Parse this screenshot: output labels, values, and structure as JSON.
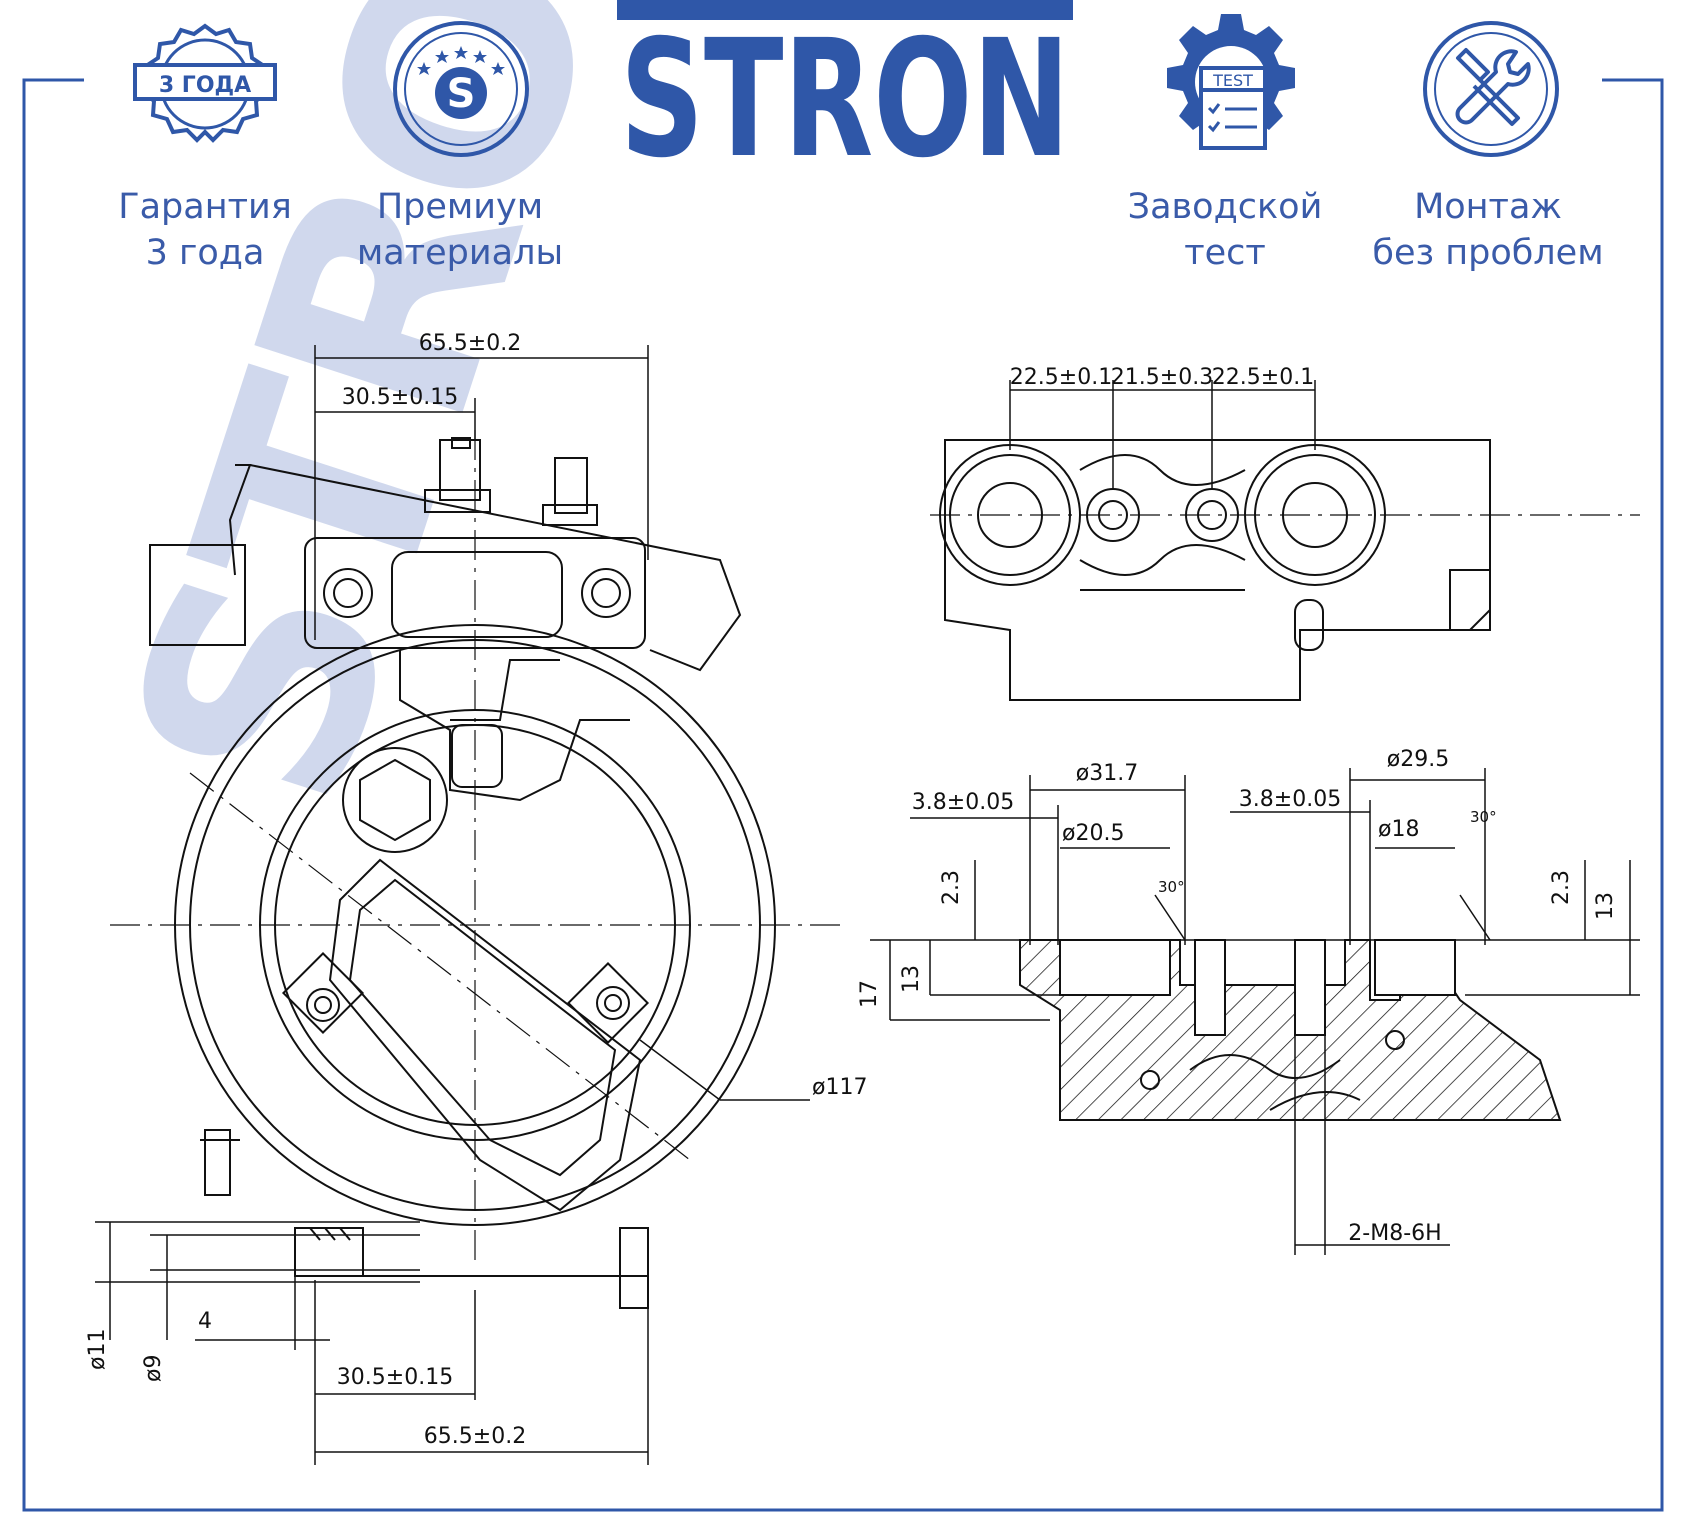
{
  "brand": {
    "name": "STRON",
    "color": "#2f57a8",
    "watermark_color": "#c8d2ea"
  },
  "features": [
    {
      "icon": "warranty-seal-icon",
      "badge": "3 ГОДА",
      "label": "Гарантия\n3 года"
    },
    {
      "icon": "premium-star-s-icon",
      "badge": "S",
      "label": "Премиум\nматериалы"
    },
    {
      "icon": "gear-test-icon",
      "badge": "TEST",
      "label": "Заводской\nтест"
    },
    {
      "icon": "wrench-screwdriver-icon",
      "label": "Монтаж\nбез проблем"
    }
  ],
  "dimensions": {
    "top_overall": "65.5±0.2",
    "top_offset": "30.5±0.15",
    "diameter_pulley": "ø117",
    "bottom_offset": "30.5±0.15",
    "bottom_overall": "65.5±0.2",
    "dia_11": "ø11",
    "dia_9": "ø9",
    "shaft_4": "4",
    "port_spacing_left": "22.5±0.1",
    "port_spacing_mid": "21.5±0.3",
    "port_spacing_right": "22.5±0.1",
    "port_a_outer": "ø31.7",
    "port_a_groove": "3.8±0.05",
    "port_a_inner": "ø20.5",
    "port_a_depth": "2.3",
    "port_a_angle": "30°",
    "port_a_h13": "13",
    "port_a_h17": "17",
    "port_b_outer": "ø29.5",
    "port_b_groove": "3.8±0.05",
    "port_b_inner": "ø18",
    "port_b_angle": "30°",
    "port_b_depth": "2.3",
    "port_b_h13": "13",
    "thread": "2-M8-6H"
  }
}
